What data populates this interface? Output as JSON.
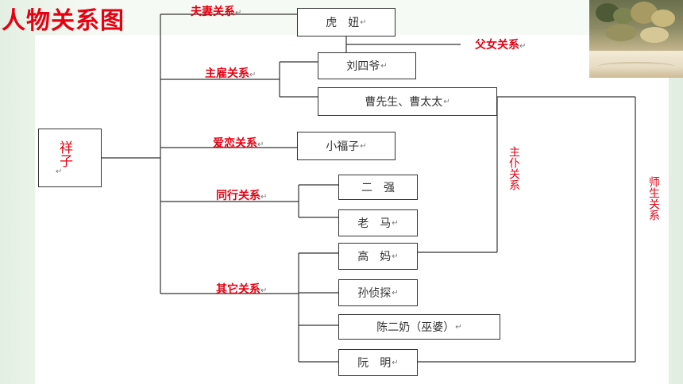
{
  "title": "人物关系图",
  "return_mark": "↵",
  "center": {
    "label": "祥子"
  },
  "relations": {
    "spouse": "夫妻关系",
    "father_daughter": "父女关系",
    "employer": "主雇关系",
    "love": "爱恋关系",
    "peer": "同行关系",
    "other": "其它关系",
    "master_servant": "主仆关系",
    "teacher_student": "师生关系"
  },
  "characters": {
    "huniu": "虎　妞",
    "liusiye": "刘四爷",
    "cao": "曹先生、曹太太",
    "xiaofuzi": "小福子",
    "erqiang": "二　强",
    "laoma": "老　马",
    "gaoma": "高　妈",
    "sunzhentan": "孙侦探",
    "chenernai": "陈二奶（巫婆）",
    "ruanming": "阮　明"
  }
}
